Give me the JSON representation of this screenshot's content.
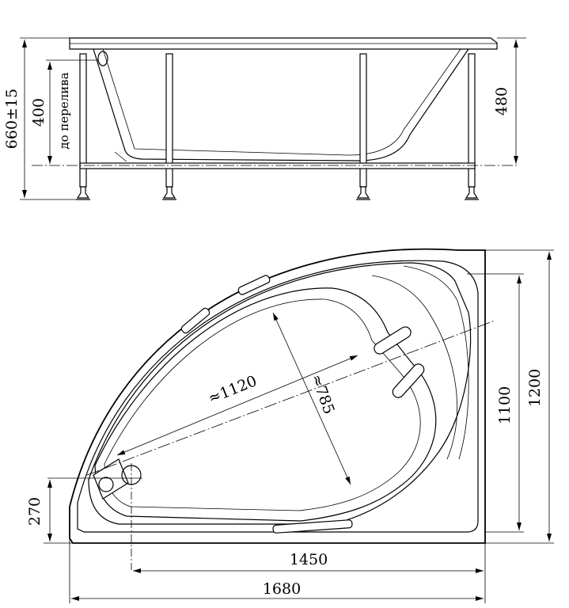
{
  "side_view": {
    "dim_total_height": "660±15",
    "dim_overflow_height": "400",
    "overflow_label": "до перелива",
    "dim_depth": "480"
  },
  "top_view": {
    "dim_length_diag": "≈1120",
    "dim_width_diag": "≈785",
    "dim_height_inner": "1100",
    "dim_height_outer": "1200",
    "dim_offset": "270",
    "dim_width_inner": "1450",
    "dim_width_outer": "1680"
  }
}
